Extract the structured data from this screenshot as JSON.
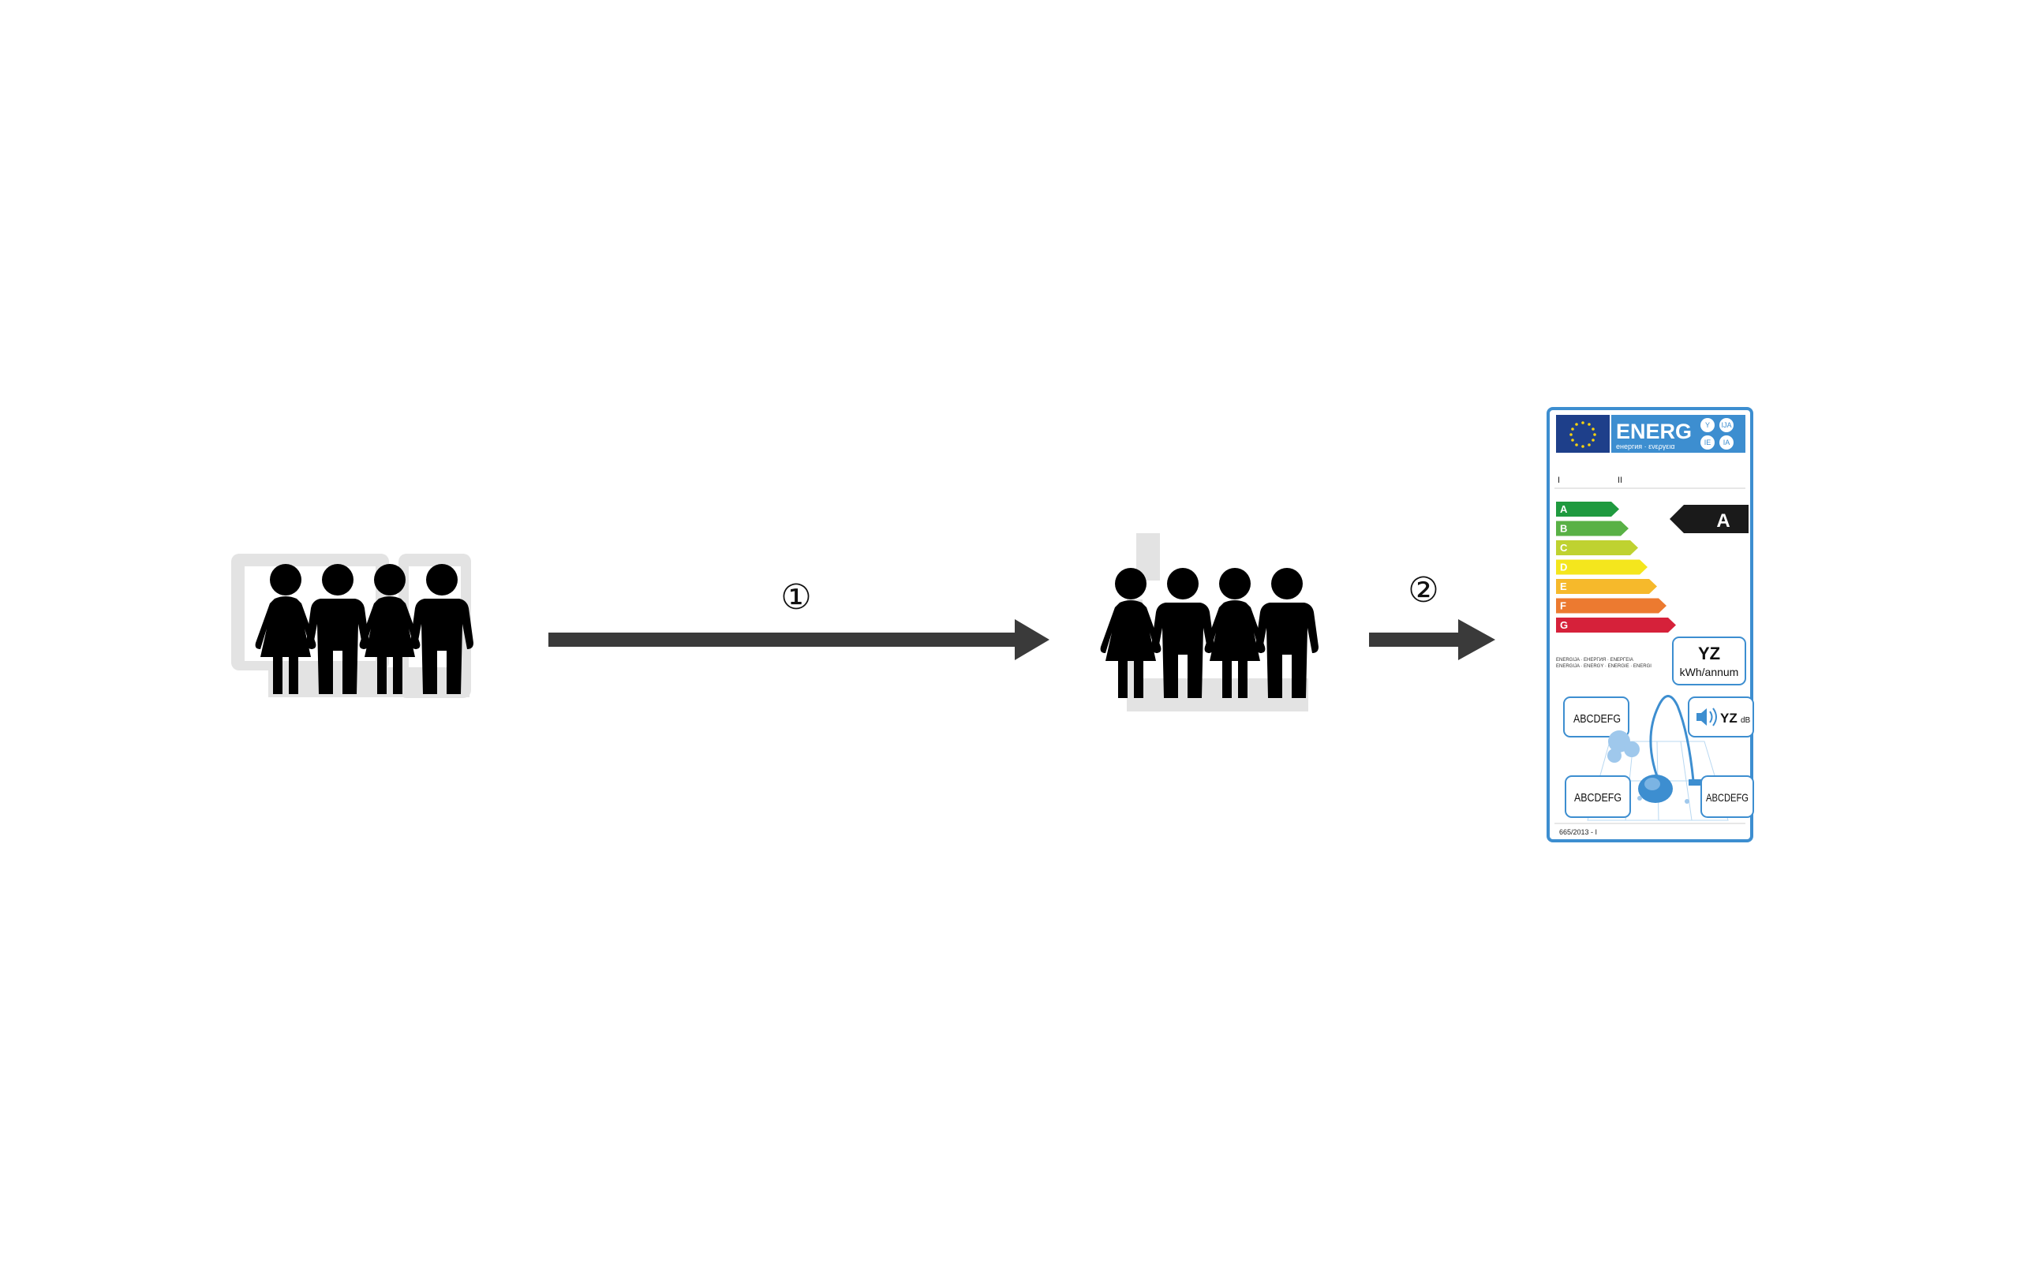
{
  "steps": [
    {
      "label": "①"
    },
    {
      "label": "②"
    }
  ],
  "groups": [
    {
      "name": "group-people-left",
      "background_icon": "building-icon"
    },
    {
      "name": "group-people-middle",
      "background_icon": "factory-icon"
    }
  ],
  "energy_label": {
    "header": "ENERG",
    "subheader": "енергия · ενεργεια",
    "badges": [
      "Y",
      "IJA",
      "IE",
      "IA"
    ],
    "supplier_marks": [
      "I",
      "II"
    ],
    "classes": [
      {
        "letter": "A",
        "color": "#1f9a3f"
      },
      {
        "letter": "B",
        "color": "#59b146"
      },
      {
        "letter": "C",
        "color": "#bfd230"
      },
      {
        "letter": "D",
        "color": "#f4e61d"
      },
      {
        "letter": "E",
        "color": "#f6b92b"
      },
      {
        "letter": "F",
        "color": "#ec7a30"
      },
      {
        "letter": "G",
        "color": "#d6213a"
      }
    ],
    "rating": "A",
    "languages_line1": "ENERGIJA · ЕНЕРГИЯ · ΕΝΕΡΓΕΙΑ",
    "languages_line2": "ENERGIJA · ENERGY · ENERGIE · ENERGI",
    "consumption_value": "YZ",
    "consumption_unit": "kWh/annum",
    "noise_value": "YZ",
    "noise_unit": "dB",
    "class_scale_top_left": "ABCDEFG",
    "class_scale_bottom_left": "ABCDEFG",
    "class_scale_bottom_right": "ABCDEFG",
    "regulation": "665/2013 - I",
    "colors": {
      "frame": "#3d8ed0",
      "eu_blue": "#1e3f8a",
      "header_blue": "#3d8ed0",
      "rating_arrow": "#1a1a1a"
    },
    "icons": [
      "eu-flag-icon",
      "speaker-icon",
      "vacuum-cleaner-icon",
      "dust-icon"
    ]
  },
  "colors": {
    "arrow": "#3a3a3a",
    "people": "#000000",
    "background_shape": "#e6e6e6"
  }
}
